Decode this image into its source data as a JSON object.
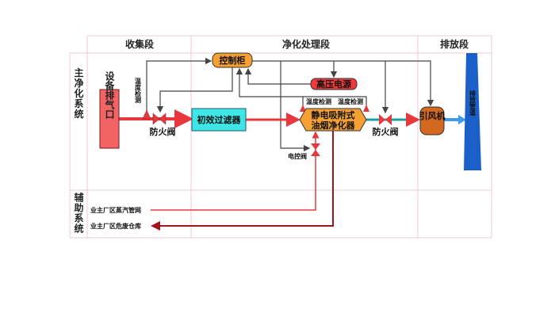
{
  "columns": {
    "collect": "收集段",
    "purify": "净化处理段",
    "discharge": "排放段"
  },
  "rows": {
    "main": "主净化系统",
    "aux": "辅助系统"
  },
  "nodes": {
    "exhaust_inlet": "设备排气口",
    "fire_valve_1": "防火阀",
    "primary_filter": "初效过滤器",
    "control_cabinet": "控制柜",
    "hv_power": "高压电源",
    "purifier_line1": "静电吸附式",
    "purifier_line2": "油烟净化器",
    "fire_valve_2": "防火阀",
    "fan": "引风机",
    "stack": "排放管道",
    "electric_valve": "电控阀",
    "temp_1": "温度检测",
    "temp_2": "温度检测",
    "temp_3": "温度检测",
    "steam": "业主厂区蒸汽管网",
    "waste_store": "业主厂区危废仓库"
  },
  "colors": {
    "grid": "#f1c9d6",
    "exhaust_inlet": "#f26464",
    "primary_filter": "#3fe6e6",
    "purifier": "#f5a033",
    "control_cabinet": "#f5a033",
    "hv_power": "#ee3a3a",
    "fan": "#d2691e",
    "stack": "#1b5fc9",
    "pipe_dirty": "#e8383d",
    "pipe_clean": "#1aa0a0",
    "pipe_exhaust": "#3a9bf0",
    "steam_line": "#e8383d",
    "waste_line": "#a0141c"
  }
}
